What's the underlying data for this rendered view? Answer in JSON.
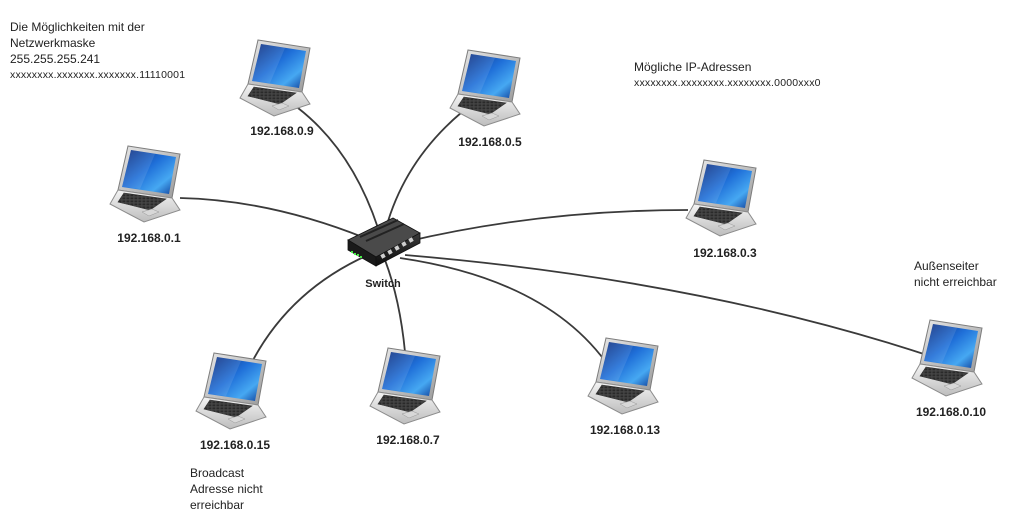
{
  "switch": {
    "label": "Switch"
  },
  "laptops": [
    {
      "id": "laptop-192-168-0-9",
      "ip": "192.168.0.9"
    },
    {
      "id": "laptop-192-168-0-5",
      "ip": "192.168.0.5"
    },
    {
      "id": "laptop-192-168-0-1",
      "ip": "192.168.0.1"
    },
    {
      "id": "laptop-192-168-0-3",
      "ip": "192.168.0.3"
    },
    {
      "id": "laptop-192-168-0-15",
      "ip": "192.168.0.15"
    },
    {
      "id": "laptop-192-168-0-7",
      "ip": "192.168.0.7"
    },
    {
      "id": "laptop-192-168-0-13",
      "ip": "192.168.0.13"
    },
    {
      "id": "laptop-192-168-0-10",
      "ip": "192.168.0.10"
    }
  ],
  "notes": {
    "netmask": {
      "line1": "Die Möglichkeiten mit der",
      "line2": "Netzwerkmaske",
      "line3": "255.255.255.241",
      "line4": "xxxxxxxx.xxxxxxx.xxxxxxx.11110001"
    },
    "possible_ips": {
      "line1": "Mögliche IP-Adressen",
      "line2": "xxxxxxxx.xxxxxxxx.xxxxxxxx.0000xxx0"
    },
    "outsider": {
      "line1": "Außenseiter",
      "line2": "nicht erreichbar"
    },
    "broadcast": {
      "line1": "Broadcast",
      "line2": "Adresse nicht",
      "line3": "erreichbar"
    }
  }
}
